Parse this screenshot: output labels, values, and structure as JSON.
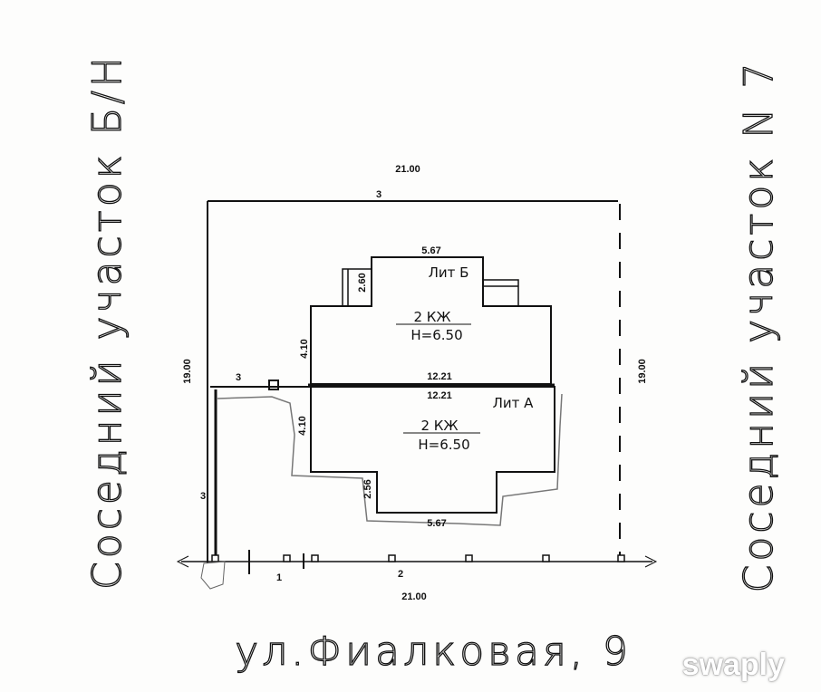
{
  "neighbors": {
    "left": "Соседний участок Б/Н",
    "right": "Соседний участок N 7"
  },
  "street": "ул.Фиалковая, 9",
  "lot": {
    "top_width": "21.00",
    "bottom_width": "21.00",
    "left_height": "19.00",
    "right_height": "19.00",
    "top_marker": "3",
    "left_marker": "3",
    "mid_marker": "3",
    "gate_1": "1",
    "gate_2": "2"
  },
  "lit_b": {
    "name": "Лит Б",
    "type": "2 КЖ",
    "height": "H=6.50",
    "top": "5.67",
    "annex": "2.60",
    "side": "4.10",
    "bottom": "12.21"
  },
  "lit_a": {
    "name": "Лит А",
    "type": "2 КЖ",
    "height": "H=6.50",
    "top": "12.21",
    "side": "4.10",
    "step": "2.56",
    "bottom": "5.67"
  },
  "watermark": "swaply"
}
